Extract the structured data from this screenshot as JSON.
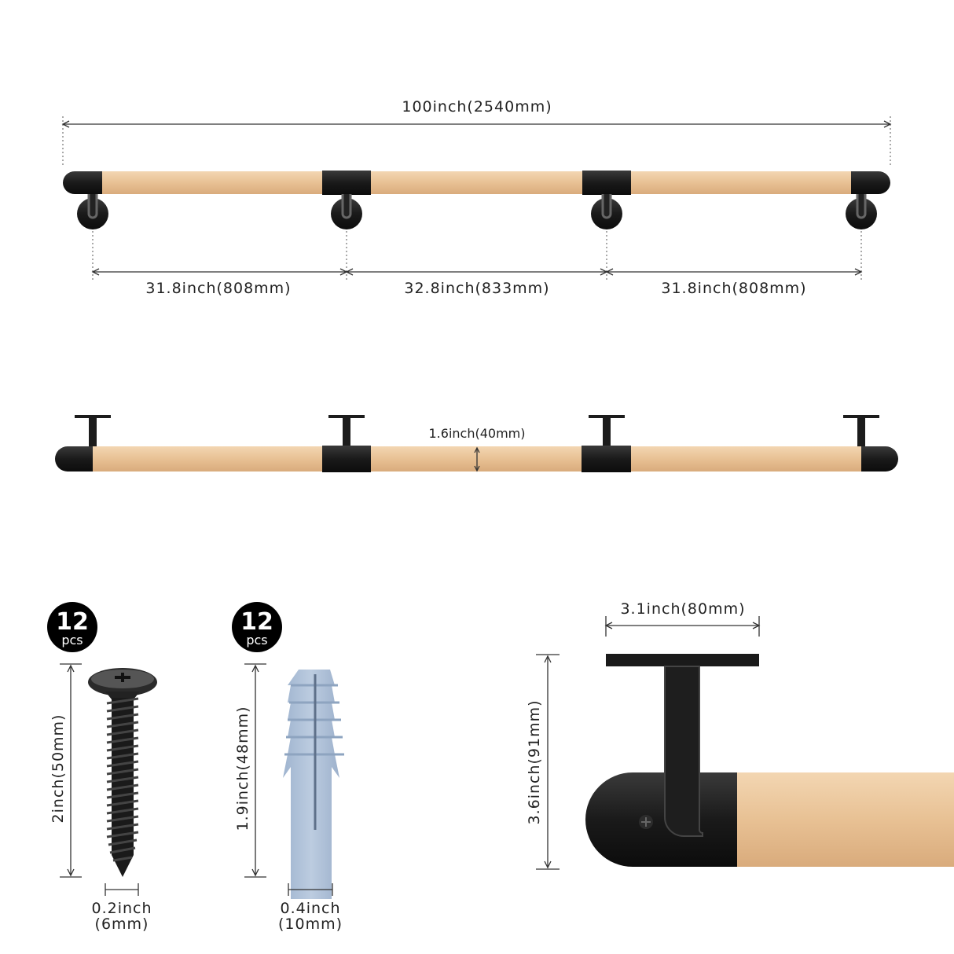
{
  "top_view": {
    "total_length": "100inch(2540mm)",
    "spacings": [
      "31.8inch(808mm)",
      "32.8inch(833mm)",
      "31.8inch(808mm)"
    ]
  },
  "side_view": {
    "diameter": "1.6inch(40mm)"
  },
  "screw": {
    "badge_count": "12",
    "badge_unit": "pcs",
    "length": "2inch(50mm)",
    "width_line1": "0.2inch",
    "width_line2": "(6mm)"
  },
  "anchor": {
    "badge_count": "12",
    "badge_unit": "pcs",
    "length": "1.9inch(48mm)",
    "width_line1": "0.4inch",
    "width_line2": "(10mm)"
  },
  "bracket_detail": {
    "plate_width": "3.1inch(80mm)",
    "height": "3.6inch(91mm)"
  },
  "colors": {
    "wood": "#eac49a",
    "metal": "#1c1c1c",
    "anchor": "#a9bdd6"
  }
}
